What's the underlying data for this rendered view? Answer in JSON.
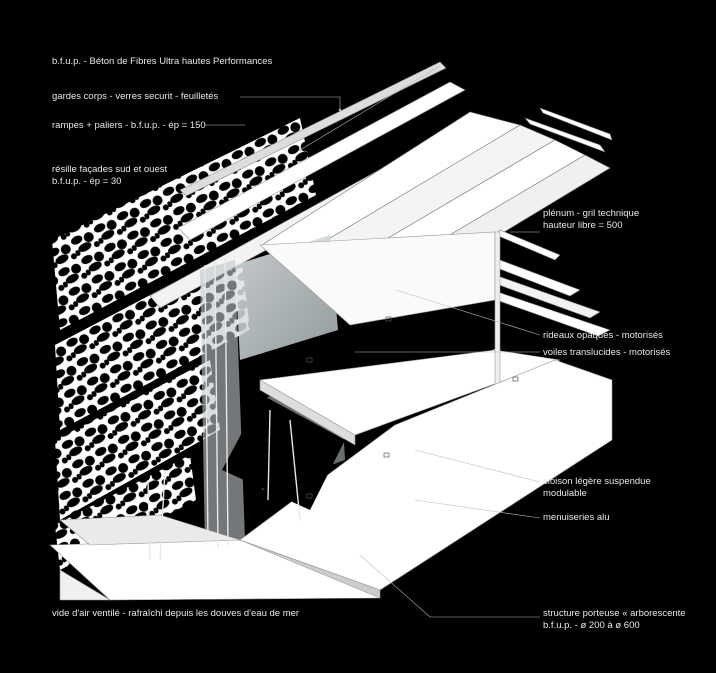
{
  "labels": {
    "bfup": "b.f.u.p. - Béton de Fibres Ultra hautes Performances",
    "gardes": "gardes corps - verres securit - feuilletés",
    "rampes": "rampes + paliers - b.f.u.p. - ép = 150",
    "resille_1": "résille façades sud et ouest",
    "resille_2": "b.f.u.p. -  ép = 30",
    "plenum_1": "plénum - gril technique",
    "plenum_2": "hauteur libre = 500",
    "rideaux": "rideaux opaques - motorisés",
    "voiles": "voiles translucides - motorisés",
    "cloison_1": "cloison légère suspendue",
    "cloison_2": "modulable",
    "menuiseries": "menuiseries alu",
    "vide": "vide d'air ventilé - rafraîchi depuis les douves d'eau de mer",
    "structure_1": "structure porteuse « arborescente",
    "structure_2": "b.f.u.p. - ø 200 à ø 600"
  },
  "colors": {
    "background": "#000000",
    "structure": "#ffffff",
    "glass": "#cfd8dc",
    "curtain": "#d9b99b",
    "leader": "#bdbdbd"
  }
}
